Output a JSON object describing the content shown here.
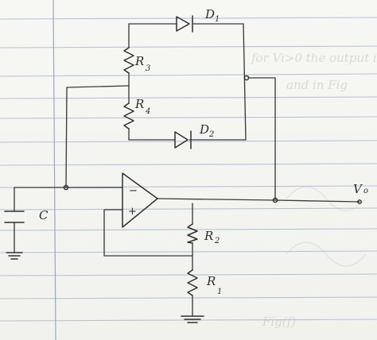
{
  "diagram": {
    "labels": {
      "d1": "D",
      "d1_sub": "1",
      "d2": "D",
      "d2_sub": "2",
      "r3": "R",
      "r3_sub": "3",
      "r4": "R",
      "r4_sub": "4",
      "r2": "R",
      "r2_sub": "2",
      "r1": "R",
      "r1_sub": "1",
      "c": "C",
      "vo": "V",
      "vo_sub": "o",
      "minus": "−",
      "plus": "+"
    }
  }
}
